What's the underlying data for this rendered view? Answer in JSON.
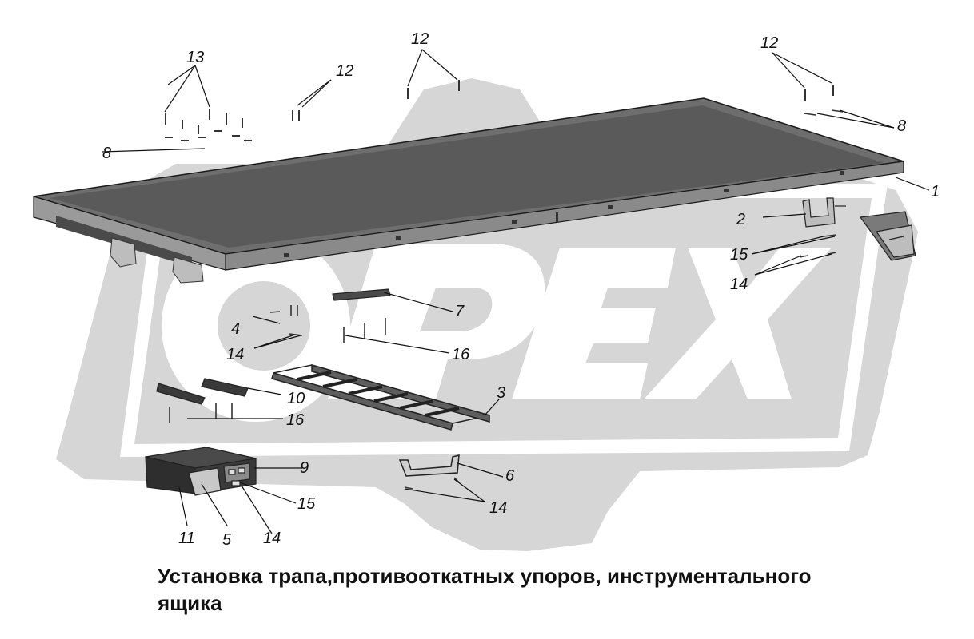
{
  "watermark": {
    "text": "OPEX",
    "color": "#d4d4d4"
  },
  "colors": {
    "ink": "#111111",
    "part_dark": "#3a3a3a",
    "part_mid": "#7a7a7a",
    "part_light": "#bdbdbd"
  },
  "caption": {
    "line1": "Установка трапа,противооткатных упоров, инструментального",
    "line2": "ящика"
  },
  "callouts": {
    "c1": "1",
    "c2": "2",
    "c3": "3",
    "c4": "4",
    "c5": "5",
    "c6": "6",
    "c7": "7",
    "c8a": "8",
    "c8b": "8",
    "c9": "9",
    "c10": "10",
    "c11": "11",
    "c12a": "12",
    "c12b": "12",
    "c12c": "12",
    "c13": "13",
    "c14a": "14",
    "c14b": "14",
    "c14c": "14",
    "c14d": "14",
    "c15a": "15",
    "c15b": "15",
    "c16a": "16",
    "c16b": "16"
  }
}
